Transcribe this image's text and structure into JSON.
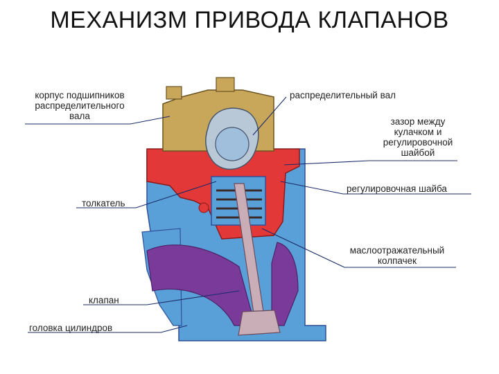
{
  "title": "МЕХАНИЗМ ПРИВОДА КЛАПАНОВ",
  "labels": {
    "bearing_housing": [
      "корпус подшипников",
      "распределительного",
      "вала"
    ],
    "camshaft": "распределительный вал",
    "clearance": [
      "зазор между",
      "кулачком и",
      "регулировочной",
      "шайбой"
    ],
    "adjusting_shim": "регулировочная шайба",
    "tappet": "толкатель",
    "oil_cap": [
      "маслоотражательный",
      "колпачек"
    ],
    "valve": "клапан",
    "cylinder_head": "головка цилиндров"
  },
  "colors": {
    "head_blue": "#5aa0d8",
    "housing_gold": "#c8a65a",
    "red_part": "#e23838",
    "port_purple": "#7a3a9a",
    "dark_blue": "#2f4f9a"
  }
}
